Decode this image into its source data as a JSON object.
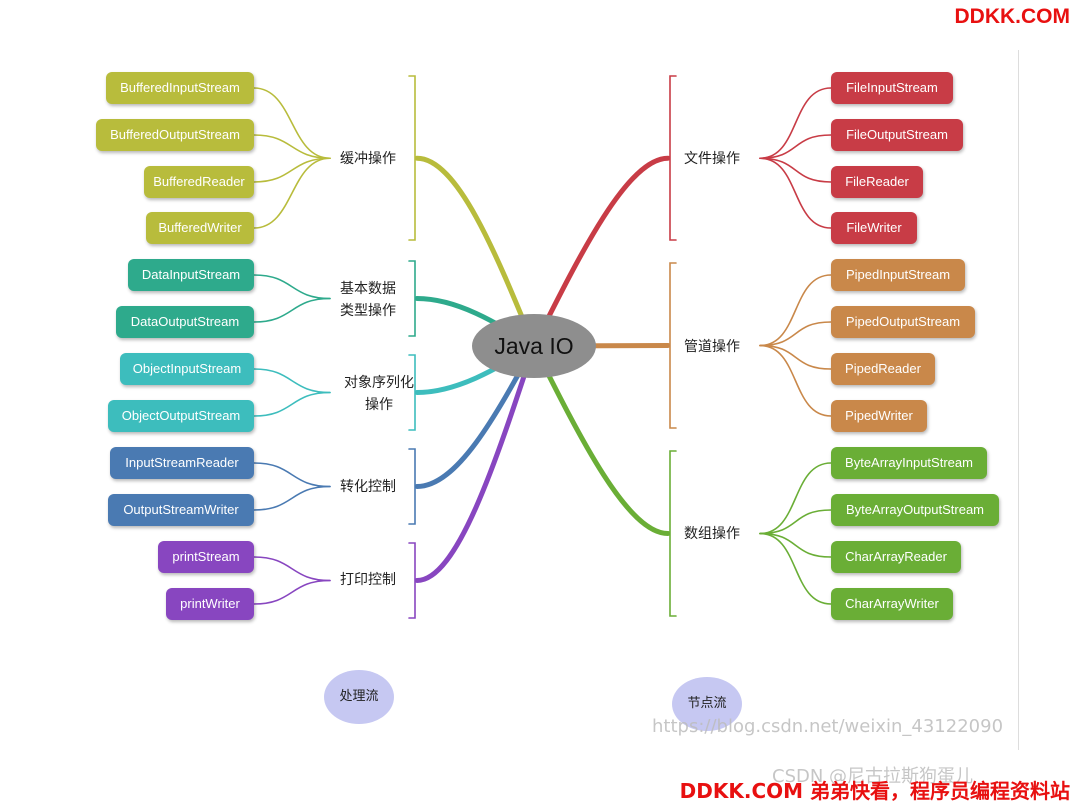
{
  "brand": {
    "top": "DDKK.COM",
    "bottom": "DDKK.COM 弟弟快看，程序员编程资料站",
    "color": "#e81010"
  },
  "watermark": {
    "url": "https://blog.csdn.net/weixin_43122090",
    "csdn": "CSDN @尼古拉斯狗蛋儿"
  },
  "center": {
    "label": "Java IO",
    "color": "#8e8e8e"
  },
  "footer": {
    "left_circle": "处理流",
    "right_circle": "节点流",
    "circle_color": "#c6c8f2"
  },
  "groups": [
    {
      "label": "缓冲操作",
      "side": "left",
      "color": "#b8bc3c",
      "items": [
        "BufferedInputStream",
        "BufferedOutputStream",
        "BufferedReader",
        "BufferedWriter"
      ]
    },
    {
      "label": "基本数据类型操作",
      "side": "left",
      "color": "#2eaa8c",
      "items": [
        "DataInputStream",
        "DataOutputStream"
      ]
    },
    {
      "label": "对象序列化操作",
      "side": "left",
      "color": "#3dbdbd",
      "items": [
        "ObjectInputStream",
        "ObjectOutputStream"
      ]
    },
    {
      "label": "转化控制",
      "side": "left",
      "color": "#4a7ab2",
      "items": [
        "InputStreamReader",
        "OutputStreamWriter"
      ]
    },
    {
      "label": "打印控制",
      "side": "left",
      "color": "#8846c0",
      "items": [
        "printStream",
        "printWriter"
      ]
    },
    {
      "label": "文件操作",
      "side": "right",
      "color": "#c83c46",
      "items": [
        "FileInputStream",
        "FileOutputStream",
        "FileReader",
        "FileWriter"
      ]
    },
    {
      "label": "管道操作",
      "side": "right",
      "color": "#c9884a",
      "items": [
        "PipedInputStream",
        "PipedOutputStream",
        "PipedReader",
        "PipedWriter"
      ]
    },
    {
      "label": "数组操作",
      "side": "right",
      "color": "#6aae36",
      "items": [
        "ByteArrayInputStream",
        "ByteArrayOutputStream",
        "CharArrayReader",
        "CharArrayWriter"
      ]
    }
  ]
}
